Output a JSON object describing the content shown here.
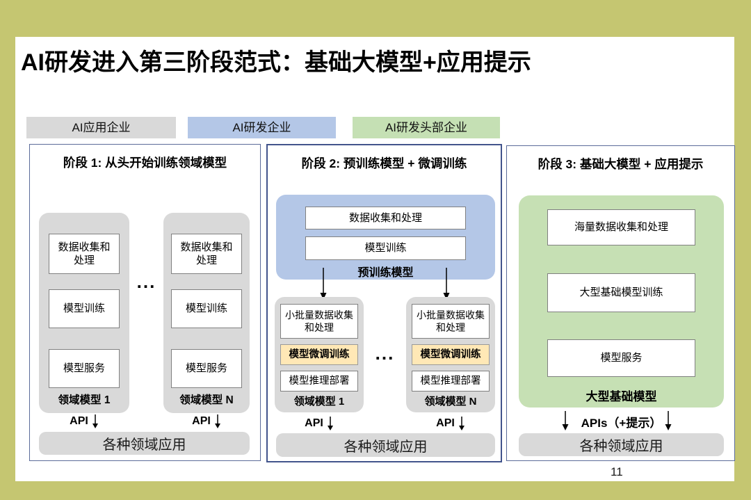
{
  "title": "AI研发进入第三阶段范式：基础大模型+应用提示",
  "page_number": "11",
  "tabs": [
    {
      "label": "AI应用企业",
      "bg": "#d9d9d9"
    },
    {
      "label": "AI研发企业",
      "bg": "#b4c7e7"
    },
    {
      "label": "AI研发头部企业",
      "bg": "#c5e0b4"
    }
  ],
  "panels": [
    {
      "header": "阶段 1: 从头开始训练领域模型",
      "models": [
        {
          "label": "领域模型 1",
          "steps": [
            "数据收集和处理",
            "模型训练",
            "模型服务"
          ]
        },
        {
          "label": "领域模型 N",
          "steps": [
            "数据收集和处理",
            "模型训练",
            "模型服务"
          ]
        }
      ],
      "ellipsis": "...",
      "api_label": "API",
      "app_label": "各种领域应用"
    },
    {
      "header": "阶段 2: 预训练模型 + 微调训练",
      "pretrain": {
        "label": "预训练模型",
        "steps": [
          "数据收集和处理",
          "模型训练"
        ]
      },
      "models": [
        {
          "label": "领域模型 1",
          "steps": [
            "小批量数据收集和处理",
            "模型微调训练",
            "模型推理部署"
          ]
        },
        {
          "label": "领域模型 N",
          "steps": [
            "小批量数据收集和处理",
            "模型微调训练",
            "模型推理部署"
          ]
        }
      ],
      "ellipsis": "...",
      "api_label": "API",
      "app_label": "各种领域应用"
    },
    {
      "header": "阶段 3: 基础大模型 + 应用提示",
      "foundation": {
        "label": "大型基础模型",
        "steps": [
          "海量数据收集和处理",
          "大型基础模型训练",
          "模型服务"
        ]
      },
      "api_label": "APIs（+提示）",
      "app_label": "各种领域应用"
    }
  ],
  "colors": {
    "background_olive": "#c5c671",
    "slide_white": "#ffffff",
    "tab_gray": "#d9d9d9",
    "tab_blue": "#b4c7e7",
    "tab_green": "#c5e0b4",
    "panel_border": "#5b6b99",
    "card_gray": "#d9d9d9",
    "pretrain_blue": "#b4c7e7",
    "foundation_green": "#c6e0b4",
    "finetune_yellow": "#ffe8b6",
    "step_border": "#808080"
  }
}
